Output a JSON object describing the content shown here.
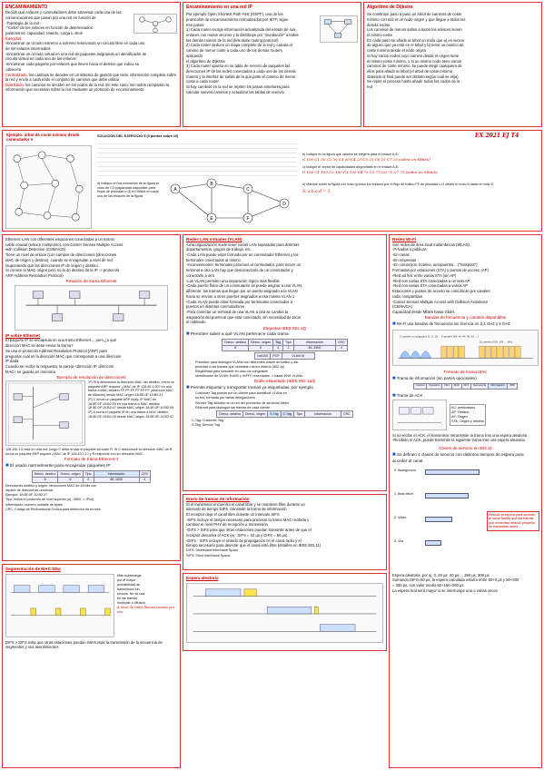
{
  "enc": {
    "title": "ENCAMINAMIENTO",
    "lines": [
      "Decidir qué enlaces y conmutadores debe atravesar cada una de las",
      "comunicaciones que pasan por una red en función de",
      "-Topología de la red",
      "-\"Costs\" de los enlaces en función de determinados",
      "parámetros: capacidad, retardo, carga u otros"
    ],
    "ejemplo": "Ejemplos:",
    "ej_lines": [
      "-Encaminar un circuito extremo a extremo reservando un circuito libre en cada uno",
      "de los enlaces intermedios",
      "-Encaminar un circuito virtual en una red de paquetes asignando un identificador de",
      "circuito virtual en cada uno de los enlaces",
      "-Encaminar cada paquete por enlaces que lleven hacia el destino que indica su",
      "cabecera"
    ],
    "cent": "Centralizado:",
    "cent_txt": " los caminos se deciden en un sistema de gestión que tiene información completa sobre la red y envía a cada nodo el conjunto de caminos que debe utilizar",
    "dist": "Distribuido:",
    "dist_txt": " los caminos se deciden en los nodos de la red. En este caso, los nodos comparten la información que necesitan sobre la red mediante un protocolo de encaminamiento"
  },
  "ip": {
    "title": "Encaminamiento en una red IP",
    "lines": [
      "Por ejemplo Open Shortest Path First (OSPF), uno de los",
      "protocolos de encaminamiento normalizados por IETF, sigue",
      "tres pasos:",
      "1) Cada router recoge información actualizada del estado de sus",
      "enlaces con nodos vecinos y la distribuye por \"inundación\" a todos",
      "los demás routers de la red (link-state routing protocol)",
      "2) Cada router deduce un mapa completo de la red y calcula el",
      "camino de menor coste a cada uno de los demás routers",
      "aplicando",
      "el algoritmo de Dijkstra",
      "3) Cada router apunta en su tabla de reenvío de paquetes las",
      "direcciones IP de las redes conectadas a cada uno de los demás",
      "routers y la interfaz de salida de la que parte el camino de menor",
      "coste a cada router",
      "Si hay cambios en la red se repiten los pasos anteriores para",
      "calcular nuevos caminos y actualizar las tablas de reenvío"
    ]
  },
  "dijk": {
    "title": "Algoritmo de Dijkstra",
    "lines": [
      "Se construye paso a paso un árbol de caminos de coste",
      "mínimo con raíz en el nodo origen y que llegue a todos los",
      "demás nodos",
      "Los caminos de menos saltos a todos los enlaces tienen",
      "el mismo coste",
      "En cada paso se añade al árbol un nodo que a) es vecino",
      "de alguno que ya está en el árbol y b) tiene un camino de",
      "coste mínimo desde el nodo origen",
      "Si hay varios nodos cuyo camino desde el origen tiene",
      "el mismo coste mínimo, o si un mismo nodo tiene varios",
      "caminos de coste mínimo, se puede elegir cualquiera de",
      "ellos para añadir al árbol (el árbol de coste mínimo",
      "obtenido al final puede ser distinto según cuál se elija)",
      "Se repite el proceso hasta añadir todos los nodos de la",
      "red"
    ]
  },
  "exam": {
    "ejemplo_title": "Ejemplo: árbol de coste mínimo desde conmutador A",
    "stamp": "EX 2021 EJ T4",
    "sol_title": "SOLUCIÓN DEL EJERCICIO 5 (3 puntos sobre 10)",
    "q_a": "b) Indique en la figura qué camino se elegiría para el enlace A-E:",
    "q_a_ans": "G 100 C1 50 C2 50 C3 50 C4 25 C5 25 C6 25 C7 25 (sobre en Mbit/s)",
    "q_b": "c) Indique el vector de capacidades disponibles en el enlace A-E:",
    "q_b_ans": "G 100 C1 100 C2 100 C3 100 C4 75 C5 75 C6 75 C7 75 (sobre en Mbit/s)",
    "q_d": "d) Indique en los recuadros de la figura el valor de C3 (capacidad disponible para flujos de prioridad c=3) en Mbit/s en cada uno de los enlaces de la figura.",
    "q_e": "e) Marque sobre la figura con trazo grueso los enlaces por el flujo de tráfico F5 de prioridad c=3 desde el nodo A hasta el nodo D",
    "ans_s": "S:  a,b,e,d = 3",
    "nodes": [
      "A",
      "B",
      "C",
      "D",
      "E",
      "F"
    ]
  },
  "eth": {
    "title": "Ethernet:",
    "lines": [
      "Ethernet: LAN con diferentes estaciones conectadas a un mismo",
      "cable coaxial (enlace multipunto), con Carrier Senses Multiple Access",
      "with Collision Detection (CSMA/CD)",
      "Tiene un nivel de enlace (con campos de direcciones (direcciones",
      "MAC de origen y destino), cuando se encapsulan a nivel de red",
      "(suponiendo que las direcciones IP de origen y destino.",
      "Si conoce la MAC origen pero no la de destino de la IP -> protocolo",
      "ARP Address Resolution Protocol)"
    ],
    "fig_cap": "Relación de trama Ethernet",
    "arp_title": "IP sobre Ethernet",
    "arp_lines": [
      "El paquete IP se encapsula en una trama Ethernet..., pero ¿a qué",
      "dirección MAC se debe enviar la trama?",
      "Se usa el protocolo Address Resolution Protocol (ARP) para",
      "preguntar cuál es la dirección MAC que corresponde a una dirección",
      "IP dada",
      "Cuando se recibe la respuesta, la pareja <dirección IP, dirección",
      "MAC> se guarda en memoria"
    ],
    "ex_cap": "Ejemplo de resolución de direcciones",
    "ex_steps": [
      "1º) Si A desconoce la dirección MAC del destino, envía un paquete ARP request: ¿MAC de IP 128.49.1.20? en una trama a MAC destino FF:FF:FF:FF:FF:FF (dirección MAC de difusión) desde MAC origen 18:5E:0F:10:B2:47",
      "2º) C envía un paquete ARP reply: IP MAC es 18:5E:0F:10:B2:09 en una trama a MAC destino 18:5E:0F:10:B2:47 desde MAC origen 18:5E:0F:10:B2:09",
      "3º) A envía el paquete IP en una trama a MAC destino 18:5E:0F:10:B2:09 desde MAC origen 18:5E:0F:10:B2:47"
    ],
    "ex_note": "128.100.1.5 está en otra red, luego C debe enviar el paquete al router R. Si C desconoce la dirección MAC de R, envía un paquete ARP request ¿MAC de IP 128.49.1.1? y R responde con su dirección MAC",
    "fmt_cap": "Formato de trama Ethernet II",
    "fmt_head": "El usado normalmente para encapsular paquetes IP",
    "fmt_fields": [
      "Direcc. destino",
      "Direcc. origen",
      "Tipo",
      "Información",
      "CRC"
    ],
    "fmt_bytes": [
      "6",
      "6",
      "2",
      "46..1500",
      "4"
    ],
    "fmt_notes": [
      "Direcciones destino y origen: direcciones MAC de 48 bits con",
      "reparto de direcciones universal",
      "Ejemplo: 18:5E:0F:10:B2:07",
      "Tipo: indica el protocolo de nivel superior (ej.: 0800 -> IPv4)",
      "Información: número variable de bytes",
      "CRC: Código de Redundancia Cíclica para detección de errores"
    ]
  },
  "vlan": {
    "title": "Redes LAN virtuales (VLAN)",
    "lines": [
      "-Una organización suele tener varias LAN separadas para distintos",
      "departamentos, grupos de trabajo, etc.",
      "-Cada LAN puede estar formada por un conmutador Ethernet y los",
      "terminales conectados al mismo",
      "-Inconvenientes: terminales próximos al conmutador, para mover un",
      "terminal a otra LAN hay que desconectarlo de un conmutador y",
      "conectarlo a otro",
      "-Las VLAN permiten una separación lógica más flexible",
      "-Cada puerto físico de un conmutador se puede asignar a una VLAN",
      "diferente: las tramas que llegan por un puerto asignado a la VLAN",
      "hacia se envían a otros puertos asignados a esa misma VLAN 1",
      "-Cada VLAN puede estar formada por terminales conectados a",
      "puertos en distintos conmutadores",
      "-Para conectar un terminal de una VLAN a otra se cambia la",
      "asignación del puerto al que está conectado, sin necesidad de tocar",
      "el cableado"
    ],
    "tag_cap": "Etiquetas IEEE 802.1Q",
    "tag_head": "Permiten saber a qué VLAN pertenece cada trama",
    "tag_fields": [
      "Direcc. destino",
      "Direcc. origen",
      "Tag",
      "Tipo",
      "Información",
      "CRC"
    ],
    "tag_bytes": [
      "6",
      "6",
      "4",
      "2",
      "46..1500",
      "4"
    ],
    "tag_sub": [
      "0x8100",
      "PCP",
      "VLAN Id"
    ],
    "tag_notes": [
      "Prioridad: para distinguir VLANs con diferentes clases de tráfico y dar",
      "prioridad a las tramas que necesitan menor retardo (802.1p)",
      "Elegibilidad para descarte en caso de congestión",
      "Identificador de VLAN: 0x000 y 0xFFF reservados -> hasta 4094 VLANs"
    ],
    "qinq_cap": "Doble etiquetado (IEEE 802.1ad)",
    "qinq_head": "Permite etiquetar y transportar tramas ya etiquetadas, por ejemplo",
    "qinq_notes": [
      "Customer Tag puesto por un cliente para identificar VLANs en",
      "su red, formada por varias delegaciones",
      "Service Tag añadido en la red del proveedor de servicios Metro",
      "Ethernet para distinguir las tramas de cada cliente"
    ],
    "qinq_fields": [
      "Direcc. destino",
      "Direcc. origen",
      "S-Tag",
      "C-Tag",
      "Tipo",
      "Información",
      "CRC"
    ],
    "qinq_legend": [
      "C-Tag: Customer Tag",
      "S-Tag: Service Tag"
    ]
  },
  "wifi": {
    "title": "Redes Wi-Fi",
    "lines": [
      "Son redes de área local inalámbricas (WLAN)",
      "-Privadas o públicas",
      "-En casas",
      "-En empresas",
      "-En comercios, hoteles, aeropuertos... (\"hotspots\")",
      "Formadas por estaciones (STA) y puntos de acceso (AP)",
      "-Red ad hoc entre varias STA (sin AP)",
      "-Red con varias STA conectadas a un solo AP",
      "-Red con varias STA conectadas a varios AP",
      "Estaciones y puntos de acceso se comunican por canales",
      "radio compartidos",
      "-Carrier Senses Multiple Access with Collision Avoidance",
      "(CSMA/CA)",
      "Capacidad desde Mbit/s hasta Gbit/s"
    ],
    "band_cap": "Bandas de frecuencia y canales disponibles",
    "band_head": "Wi-Fi usa bandas de frecuencia sin licencia en 2,4 GHz y 5 GHz",
    "band_labels": [
      "5 canales no solapados (1, 6, 11)",
      "8 canales (36, 40, 44, 48, 52 ... )",
      "15 canales (100, 104 ... 140)"
    ],
    "fmt_cap": "Formato de trama MAC",
    "fmt_head": "Trama de información (sin partes opcionales)",
    "fmt_fields": [
      "Control",
      "Duración",
      "Dir1",
      "Dir2",
      "Dir3",
      "Secuencia",
      "Información",
      "CRC"
    ],
    "ack_head": "Trama de ACK",
    "ack_legend": [
      "AC: destinatario",
      "AP: Destino",
      "AP: Origen",
      "STA: Origen y destino"
    ],
    "ack_note": "Si no recibe el ACK, el transmisor retransmite la trama tras una espera aleatoria",
    "ack_note2": "-Recibido el ACK, puede transmitir la siguiente trama tras una espera aleatoria",
    "qos_cap": "Clases de servicio en 802.11",
    "qos_head": "Se definen 4 clases de servicio con distintos tiempos de espera para acceder al canal",
    "qos_classes": [
      "0. Background",
      "1. Best effort",
      "2. Video",
      "3. Voz"
    ],
    "qos_note": "Reducir la espera para acceder al canal facilita que las tramas que necesitan retardo pequeño se transmitan antes",
    "qos_end": [
      "Espera aleatoria, por ej. 0, 20 µs, 40 µs ... 280 µs, 300 µs",
      "Sumando DIFS=50 µs, la espera calculada estaría entre 50+0 µs y 50+300",
      "= 350 µs, con valor medio 50+150=200 µs",
      "La espera real será mayor si se interrumpe una o varias veces"
    ]
  },
  "err": {
    "title": "Envío de tramas de información",
    "lines": [
      "Si el transmisor encuentra el canal libre y se mantiene libre durante un",
      "intervalo de tiempo DIFS, transmite la trama de información",
      "El receptor deja el canal libre durante un intervalo SIFS",
      "-SIFS incluye el tiempo necesario para procesar la trama MAC recibida y",
      "cambiar el nivel PHY de recepción a transmisión",
      "-DIFS > SIFS para que otras estaciones puedan transmitir antes de que el",
      "receptor devuelva el ACK (ej.: SIFS = 10 µs y DIFS = 50 µs)",
      "-DIFS - SIFS incluye el retardo de propagación en el canal radio y el",
      "tiempo necesario para detectar que el canal está libre (detalles en IEEE 802.11)"
    ],
    "legend": [
      "DIFS: Distributed Interframe Space",
      "SIFS: Short Interframe Space"
    ],
    "espera": "Espera aleatoria"
  },
  "seg": {
    "title": "Segmentación de MAC SDU",
    "side": [
      "Más sobrecarga",
      "por el mayor",
      "probabilidad de",
      "transmisión sin",
      "errores. No se usa",
      "en las tramas",
      "multicast o difusión"
    ],
    "note_hand": "A nivel de radio llaman tramas por eso",
    "body": "DIFS > SIFS evita que otras estaciones puedan interrumpir la transmisión de la secuencia de segmentos y sus asentimientos"
  },
  "colors": {
    "accent": "#cc0000",
    "link": "#2050c0",
    "highlight": "#ffe34d"
  }
}
